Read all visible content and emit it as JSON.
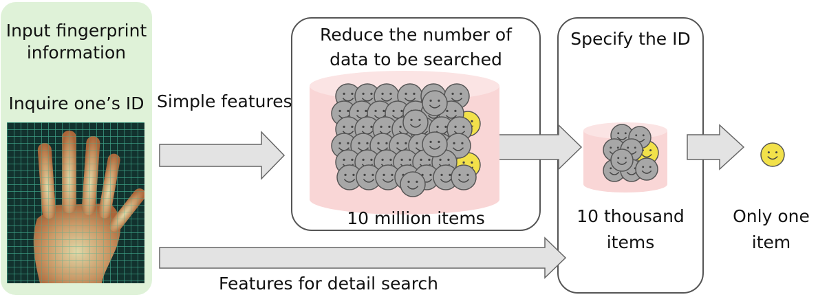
{
  "input": {
    "title_line1": "Input fingerprint",
    "title_line2": "information",
    "inquire": "Inquire one’s ID"
  },
  "arrows": {
    "simple": "Simple features",
    "detail": "Features for detail search"
  },
  "reduce": {
    "title_line1": "Reduce the number of",
    "title_line2": "data to be searched",
    "count": "10 million items"
  },
  "specify": {
    "title": "Specify the ID",
    "count_line1": "10 thousand",
    "count_line2": "items"
  },
  "result": {
    "line1": "Only one",
    "line2": "item"
  },
  "colors": {
    "panel_green": "#dff2d8",
    "cylinder_pink": "#f9d6d6",
    "face_gray": "#a7a7a7",
    "face_yellow": "#f2e14a",
    "arrow_fill": "#e3e3e3"
  }
}
